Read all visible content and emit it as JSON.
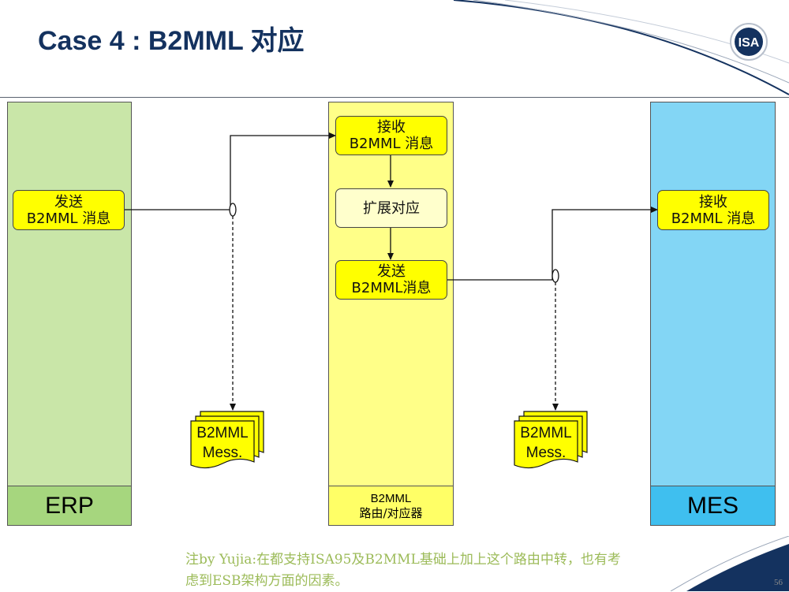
{
  "slide": {
    "title": "Case 4 : B2MML 对应",
    "page_number": "56",
    "logo_text": "ISA"
  },
  "lanes": {
    "erp": {
      "footer": "ERP",
      "color": "#c9e6a8",
      "footer_color": "#a6d67e"
    },
    "router": {
      "footer_line1": "B2MML",
      "footer_line2": "路由/对应器",
      "color": "#ffff88",
      "footer_color": "#ffff66"
    },
    "mes": {
      "footer": "MES",
      "color": "#83d6f5",
      "footer_color": "#3fbfef"
    }
  },
  "nodes": {
    "erp_send": {
      "line1": "发送",
      "line2": "B2MML 消息"
    },
    "router_receive": {
      "line1": "接收",
      "line2": "B2MML 消息"
    },
    "router_extend": {
      "line1": "扩展对应"
    },
    "router_send": {
      "line1": "发送",
      "line2": "B2MML消息"
    },
    "mes_receive": {
      "line1": "接收",
      "line2": "B2MML 消息"
    }
  },
  "messages": {
    "left": {
      "line1": "B2MML",
      "line2": "Mess."
    },
    "right": {
      "line1": "B2MML",
      "line2": "Mess."
    }
  },
  "note": "注by Yujia:在都支持ISA95及B2MML基础上加上这个路由中转，也有考虑到ESB架构方面的因素。"
}
